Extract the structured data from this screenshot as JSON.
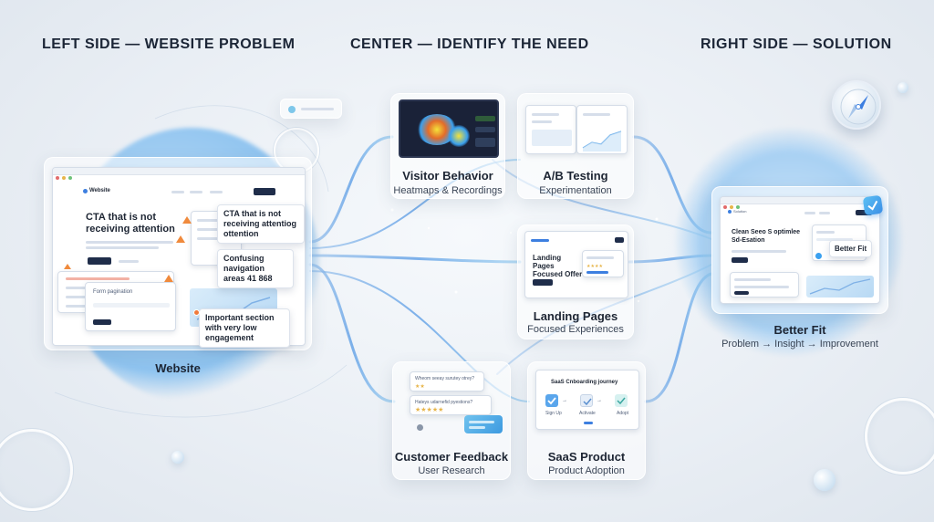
{
  "headings": {
    "left": "LEFT SIDE — WEBSITE PROBLEM",
    "center": "CENTER — IDENTIFY THE NEED",
    "right": "RIGHT SIDE — SOLUTION"
  },
  "website": {
    "label": "Website",
    "logo": "Website",
    "hero_title": "CTA that is not receiving attention",
    "section_label": "Form pagination",
    "callouts": {
      "cta": "CTA that is not receiving attentiog ottention",
      "navigation": "Confusing navigation areas 41 868",
      "engagement": "Important section with very low engagement"
    }
  },
  "cards": {
    "visitor": {
      "title": "Visitor Behavior",
      "subtitle": "Heatmaps & Recordings"
    },
    "ab": {
      "title": "A/B Testing",
      "subtitle": "Experimentation"
    },
    "landing": {
      "title": "Landing Pages",
      "subtitle": "Focused Experiences",
      "mock_title": "Landing Pages Focused Offer"
    },
    "feedback": {
      "title": "Customer Feedback",
      "subtitle": "User Research",
      "q1": "Wheom seeay surutey otrey?",
      "q2": "Hateys udarnefid pyestions?",
      "stars": "★★★★★"
    },
    "saas": {
      "title": "SaaS Product",
      "subtitle": "Product Adoption",
      "mock_title": "SaaS Cnboarding journey",
      "steps": [
        "Sign Up",
        "Activate",
        "Adopt"
      ]
    }
  },
  "solution": {
    "title": "Better Fit",
    "subtitle": "Problem → Insight → Improvement",
    "mock_title": "Clean Seeo S optimlee Sd-Esation",
    "badge": "Better Fit",
    "logo": "Solution"
  },
  "colors": {
    "accent": "#3d7fe0",
    "flow": "#7fb8ea",
    "warning": "#f08a3c",
    "heat": "#e8e23a",
    "check": "#3aa0f0"
  },
  "icons": {
    "compass": "compass-icon",
    "check": "check-icon",
    "warning": "warning-icon"
  }
}
